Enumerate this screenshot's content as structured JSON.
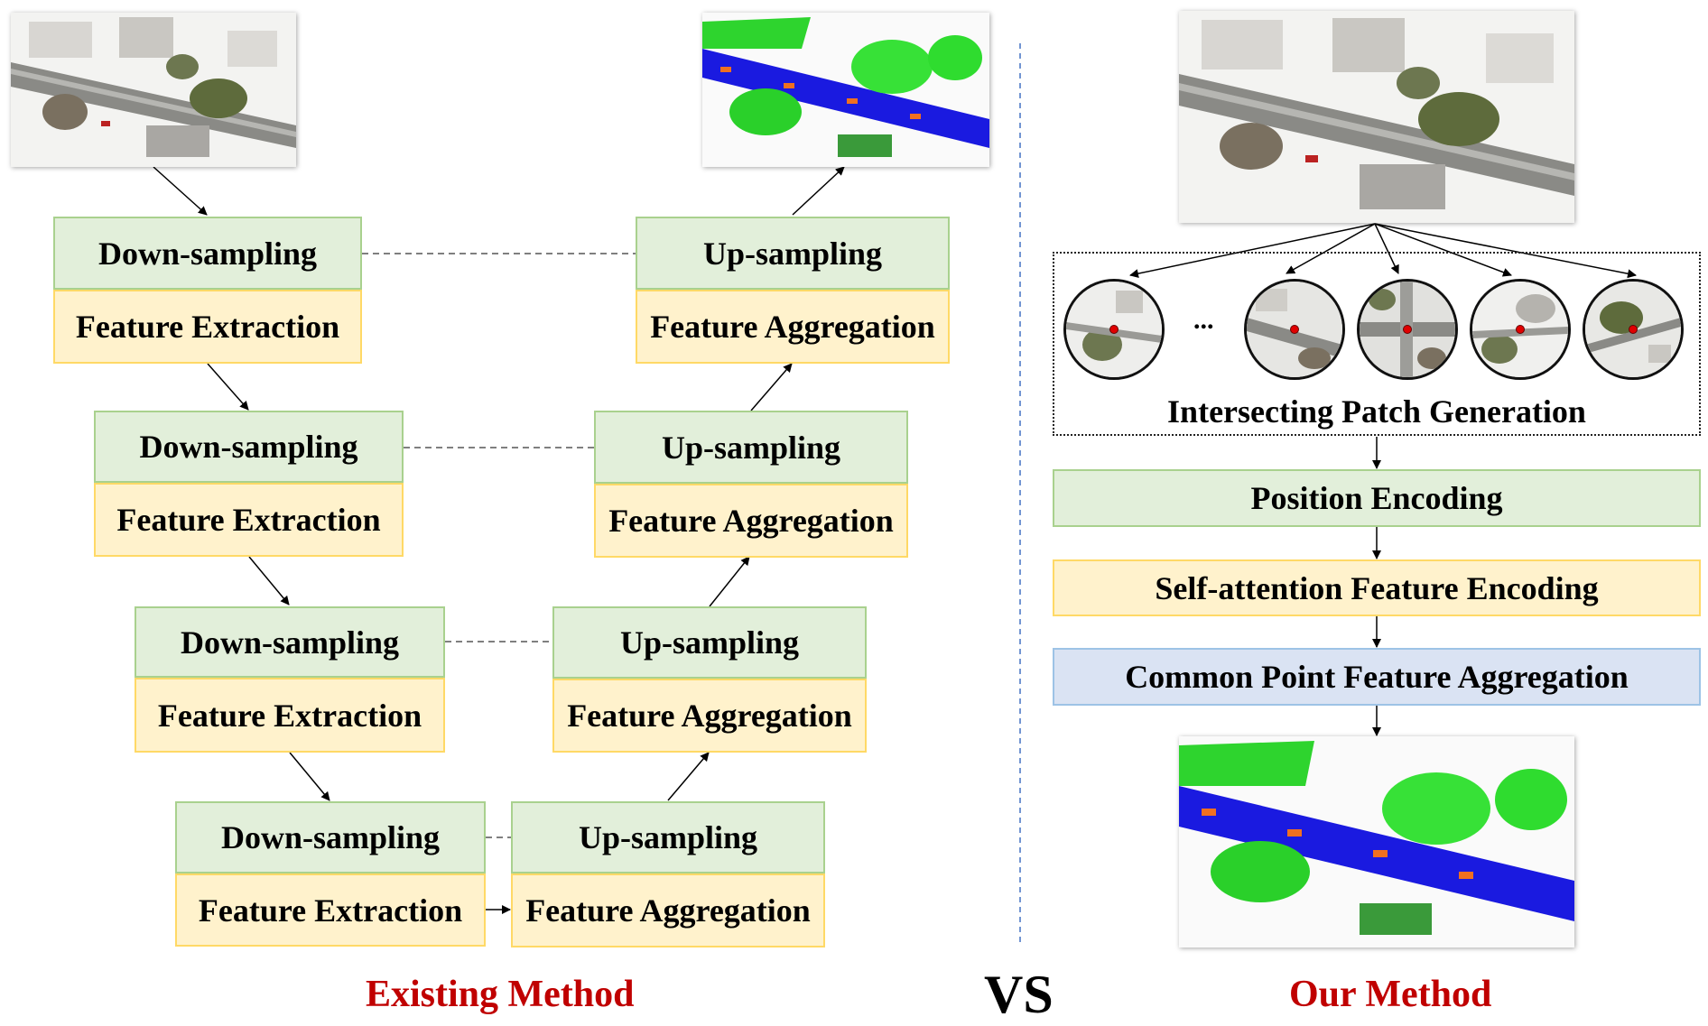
{
  "left": {
    "down_label": "Down-sampling",
    "extract_label": "Feature Extraction",
    "up_label": "Up-sampling",
    "aggregate_label": "Feature Aggregation",
    "caption": "Existing Method"
  },
  "vs_label": "VS",
  "right": {
    "ellipsis": "...",
    "patch_label": "Intersecting Patch Generation",
    "position_label": "Position Encoding",
    "attention_label": "Self-attention Feature Encoding",
    "common_label": "Common Point Feature Aggregation",
    "caption": "Our Method"
  },
  "colors": {
    "caption_red": "#c00000",
    "green_fill": "#e2efda",
    "yellow_fill": "#fff2cc",
    "blue_fill": "#dae3f3"
  }
}
